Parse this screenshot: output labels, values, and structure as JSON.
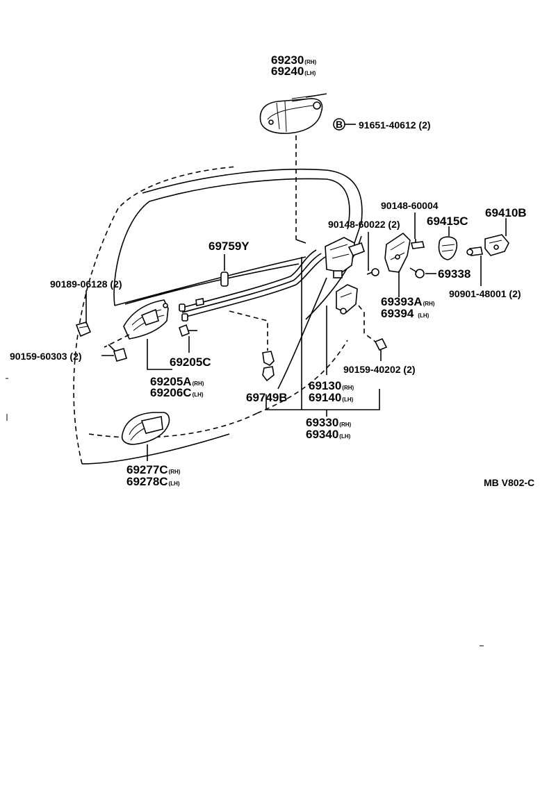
{
  "labels": {
    "p69230": "69230",
    "p69230_sfx": "(RH)",
    "p69240": "69240",
    "p69240_sfx": "(LH)",
    "p91651": "91651-40612 (2)",
    "mark_b": "B",
    "p90148_60004": "90148-60004",
    "p69410b": "69410B",
    "p69415c": "69415C",
    "p90148_60022": "90148-60022 (2)",
    "p69759y": "69759Y",
    "p69338": "69338",
    "p90189": "90189-06128 (2)",
    "p90901": "90901-48001 (2)",
    "p69393a": "69393A",
    "p69393a_sfx": "(RH)",
    "p69394": "69394",
    "p69394_sfx": "(LH)",
    "p90159_60303": "90159-60303 (2)",
    "p69205c": "69205C",
    "p90159_40202": "90159-40202 (2)",
    "p69205a": "69205A",
    "p69205a_sfx": "(RH)",
    "p69206c": "69206C",
    "p69206c_sfx": "(LH)",
    "p69130": "69130",
    "p69130_sfx": "(RH)",
    "p69140": "69140",
    "p69140_sfx": "(LH)",
    "p69749b": "69749B",
    "p69330": "69330",
    "p69330_sfx": "(RH)",
    "p69340": "69340",
    "p69340_sfx": "(LH)",
    "p69277c": "69277C",
    "p69277c_sfx": "(RH)",
    "p69278c": "69278C",
    "p69278c_sfx": "(LH)",
    "code": "MB V802-C"
  }
}
